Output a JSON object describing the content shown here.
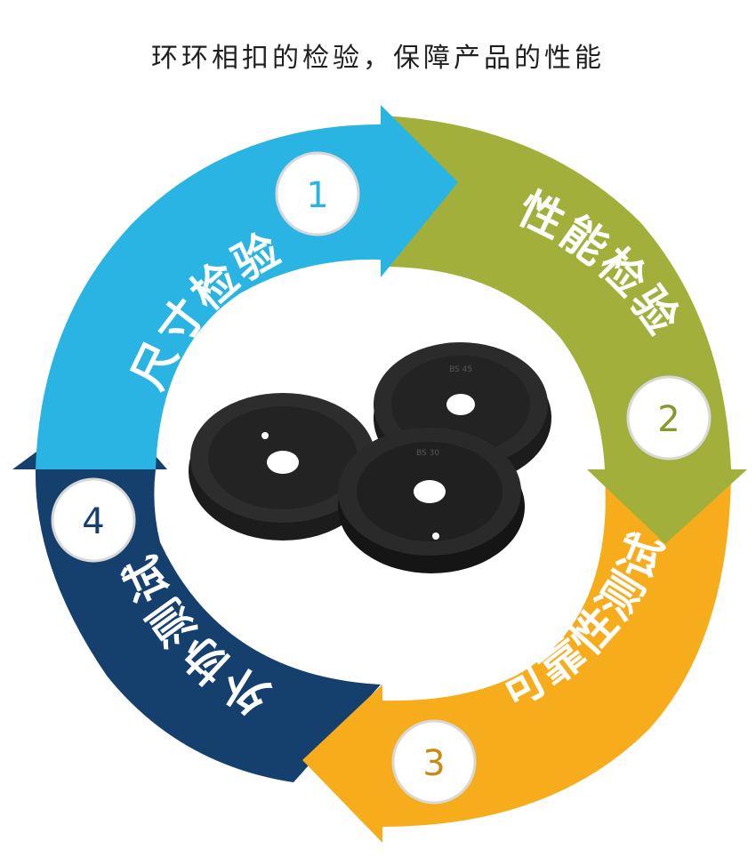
{
  "title": "环环相扣的检验，保障产品的性能",
  "steps": [
    {
      "number": "1",
      "label": "尺寸检验",
      "color": "#29b4e3",
      "number_color": "#29b4e3"
    },
    {
      "number": "2",
      "label": "性能检验",
      "color": "#a2b03b",
      "number_color": "#8a9630"
    },
    {
      "number": "3",
      "label": "可靠性测试",
      "color": "#f6ac1b",
      "number_color": "#c98a12"
    },
    {
      "number": "4",
      "label": "外协测试",
      "color": "#153f6d",
      "number_color": "#153f6d"
    }
  ],
  "center_image": {
    "icon": "rubber-gasket-discs",
    "markings": [
      "BS 45",
      "BS 30"
    ]
  }
}
